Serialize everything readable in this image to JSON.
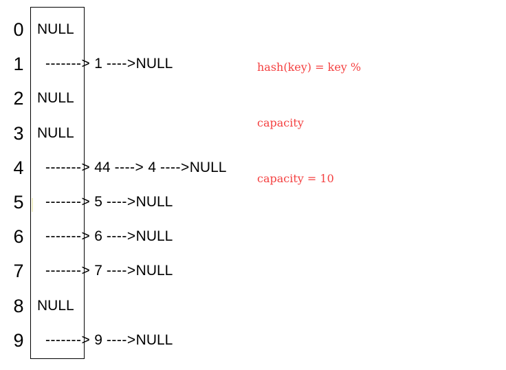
{
  "diagram": {
    "title": "hash-table-separate-chaining",
    "capacity": 10,
    "box": {
      "border_color": "#000000"
    },
    "annotation": {
      "color": "#f44040",
      "lines": [
        "hash(key) = key %",
        "capacity",
        "capacity = 10"
      ]
    },
    "buckets": [
      {
        "index": "0",
        "empty": true,
        "null_label": "NULL",
        "chain": []
      },
      {
        "index": "1",
        "empty": false,
        "chain": [
          {
            "dash": "------->",
            "node": "1"
          },
          {
            "dash": "---->",
            "node": "NULL"
          }
        ],
        "chain_text": "-------> 1 ---->NULL"
      },
      {
        "index": "2",
        "empty": true,
        "null_label": "NULL",
        "chain": []
      },
      {
        "index": "3",
        "empty": true,
        "null_label": "NULL",
        "chain": []
      },
      {
        "index": "4",
        "empty": false,
        "chain": [
          {
            "dash": "------->",
            "node": "44"
          },
          {
            "dash": "---->",
            "node": "4"
          },
          {
            "dash": "---->",
            "node": "NULL"
          }
        ],
        "chain_text": "-------> 44 ----> 4 ---->NULL"
      },
      {
        "index": "5",
        "empty": false,
        "chain": [
          {
            "dash": "------->",
            "node": "5"
          },
          {
            "dash": "---->",
            "node": "NULL"
          }
        ],
        "chain_text": "-------> 5 ---->NULL"
      },
      {
        "index": "6",
        "empty": false,
        "chain": [
          {
            "dash": "------->",
            "node": "6"
          },
          {
            "dash": "---->",
            "node": "NULL"
          }
        ],
        "chain_text": "-------> 6 ---->NULL"
      },
      {
        "index": "7",
        "empty": false,
        "chain": [
          {
            "dash": "------->",
            "node": "7"
          },
          {
            "dash": "---->",
            "node": "NULL"
          }
        ],
        "chain_text": "-------> 7 ---->NULL"
      },
      {
        "index": "8",
        "empty": true,
        "null_label": "NULL",
        "chain": []
      },
      {
        "index": "9",
        "empty": false,
        "chain": [
          {
            "dash": "------->",
            "node": "9"
          },
          {
            "dash": "---->",
            "node": "NULL"
          }
        ],
        "chain_text": "-------> 9 ---->NULL"
      }
    ]
  }
}
